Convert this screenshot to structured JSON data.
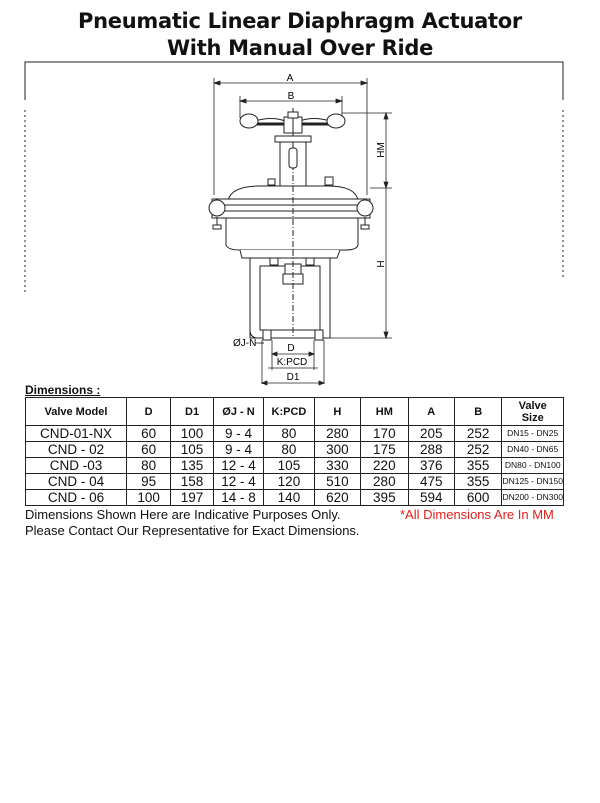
{
  "title": {
    "line1": "Pneumatic Linear Diaphragm Actuator",
    "line2": "With Manual Over Ride"
  },
  "drawing": {
    "labels": {
      "a": "A",
      "b": "B",
      "hm": "HM",
      "h": "H",
      "j": "ØJ-N",
      "d": "D",
      "pcd": "K:PCD",
      "d1": "D1"
    }
  },
  "dimensions_heading": "Dimensions :",
  "table": {
    "headers": [
      "Valve Model",
      "D",
      "D1",
      "ØJ - N",
      "K:PCD",
      "H",
      "HM",
      "A",
      "B",
      "Valve Size"
    ],
    "rows": [
      [
        "CND-01-NX",
        "60",
        "100",
        "9 - 4",
        "80",
        "280",
        "170",
        "205",
        "252",
        "DN15 - DN25"
      ],
      [
        "CND - 02",
        "60",
        "105",
        "9 - 4",
        "80",
        "300",
        "175",
        "288",
        "252",
        "DN40 - DN65"
      ],
      [
        "CND -03",
        "80",
        "135",
        "12 - 4",
        "105",
        "330",
        "220",
        "376",
        "355",
        "DN80 - DN100"
      ],
      [
        "CND - 04",
        "95",
        "158",
        "12 - 4",
        "120",
        "510",
        "280",
        "475",
        "355",
        "DN125 - DN150"
      ],
      [
        "CND - 06",
        "100",
        "197",
        "14 - 8",
        "140",
        "620",
        "395",
        "594",
        "600",
        "DN200 - DN300"
      ]
    ]
  },
  "notes": {
    "indicative": "Dimensions Shown Here are Indicative Purposes Only.",
    "contact": "Please Contact Our Representative for Exact Dimensions.",
    "units": "*All Dimensions Are In MM"
  },
  "colors": {
    "note_red": "#e0201b"
  }
}
